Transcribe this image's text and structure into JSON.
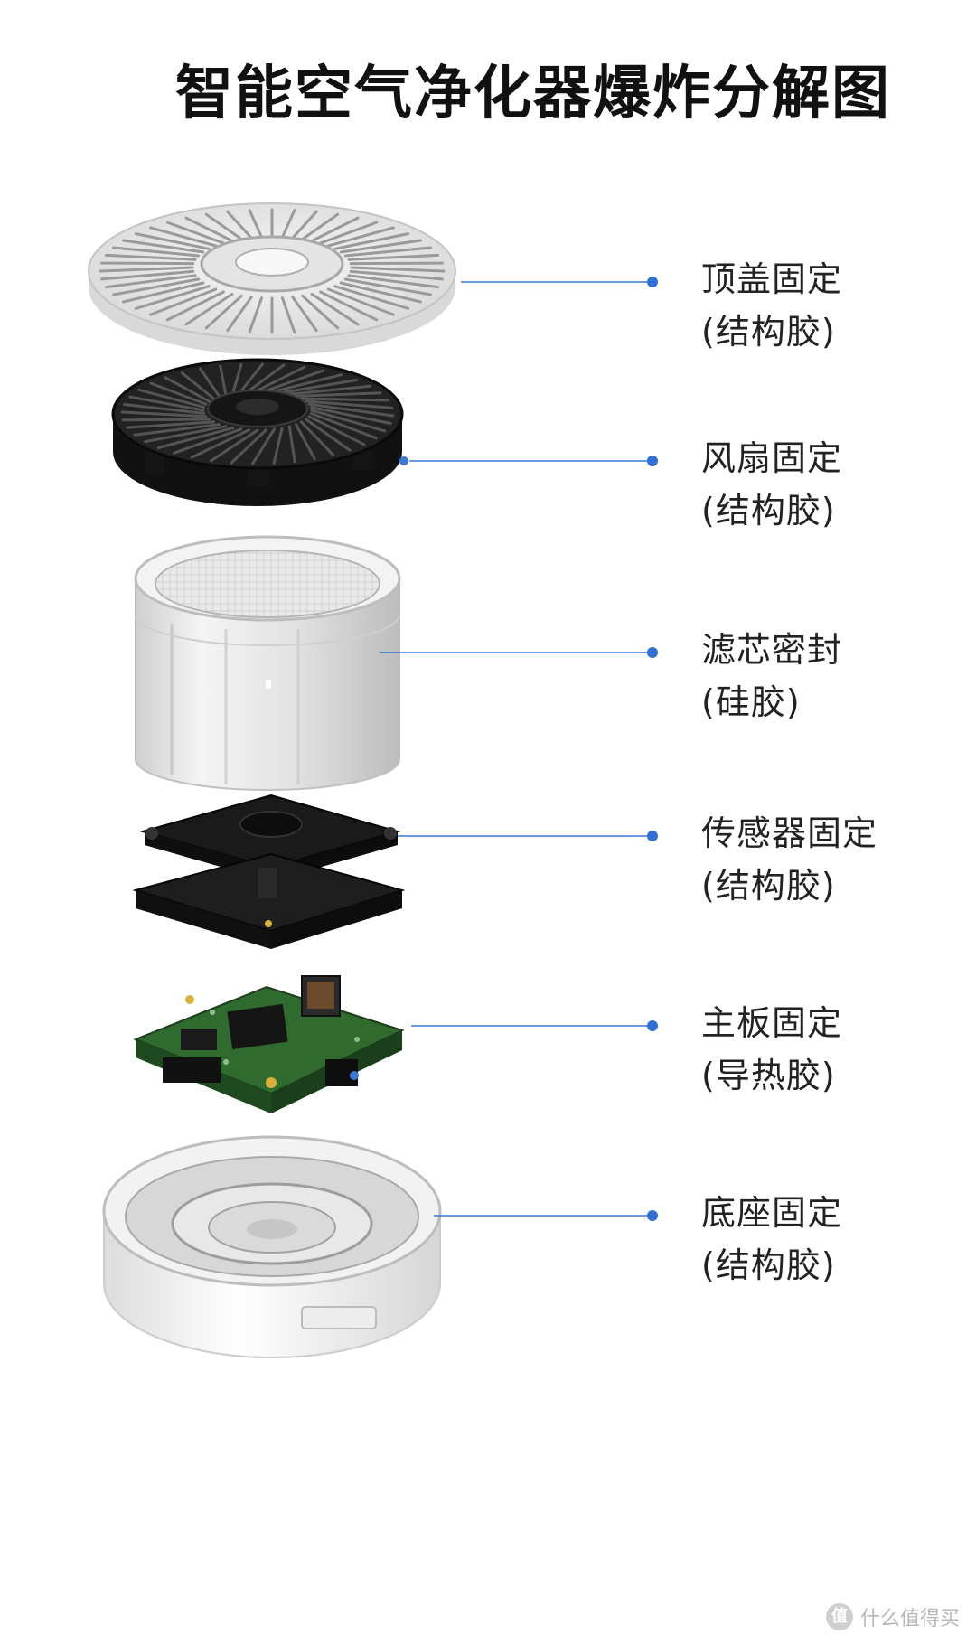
{
  "title": "智能空气净化器爆炸分解图",
  "callouts": [
    {
      "line1": "顶盖固定",
      "line2": "(结构胶)"
    },
    {
      "line1": "风扇固定",
      "line2": "(结构胶)"
    },
    {
      "line1": "滤芯密封",
      "line2": "(硅胶)"
    },
    {
      "line1": "传感器固定",
      "line2": "(结构胶)"
    },
    {
      "line1": "主板固定",
      "line2": "(导热胶)"
    },
    {
      "line1": "底座固定",
      "line2": "(结构胶)"
    }
  ],
  "watermark": {
    "badge": "值",
    "text": "什么值得买"
  },
  "colors": {
    "leader_line": "#3a78d8",
    "pcb": "#2f6b2f",
    "fan": "#1c1c1c",
    "shell": "#efefef"
  }
}
